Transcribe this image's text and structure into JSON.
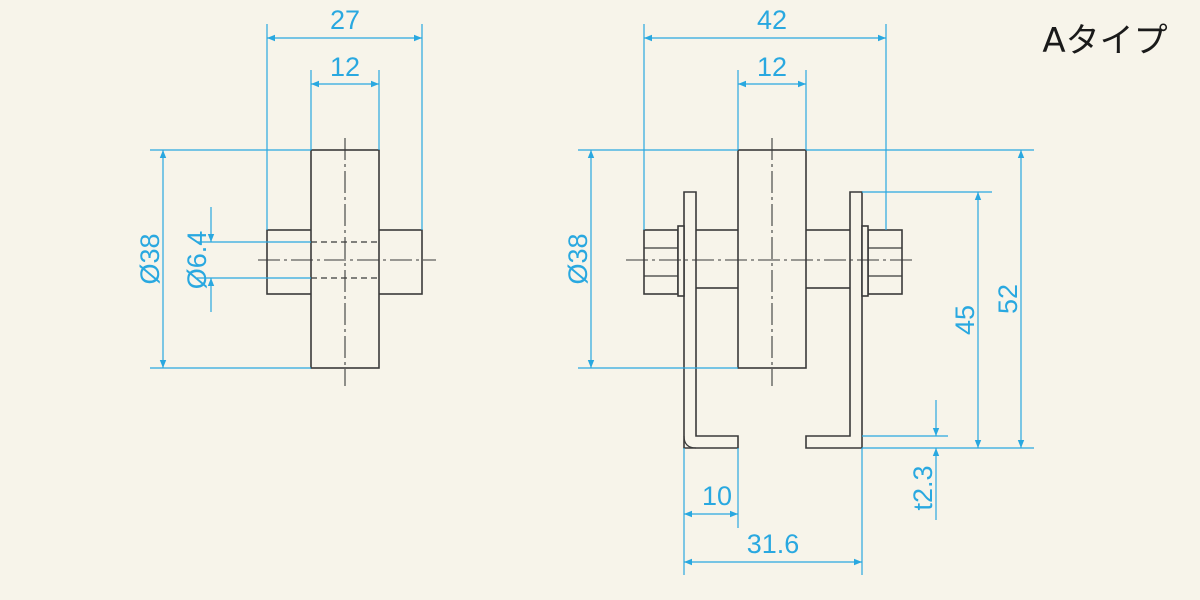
{
  "title": "Aタイプ",
  "colors": {
    "background": "#f7f4ea",
    "dimension": "#29a8e0",
    "outline": "#3a3a3a",
    "title": "#1a1a1a"
  },
  "side_view": {
    "width_overall": "27",
    "width_wheel": "12",
    "diameter_wheel": "Ø38",
    "diameter_axle": "Ø6.4"
  },
  "front_view": {
    "width_overall": "42",
    "width_wheel": "12",
    "diameter_wheel": "Ø38",
    "height_axle": "45",
    "height_overall": "52",
    "plate_thickness": "t2.3",
    "foot_length": "10",
    "foot_span": "31.6"
  }
}
